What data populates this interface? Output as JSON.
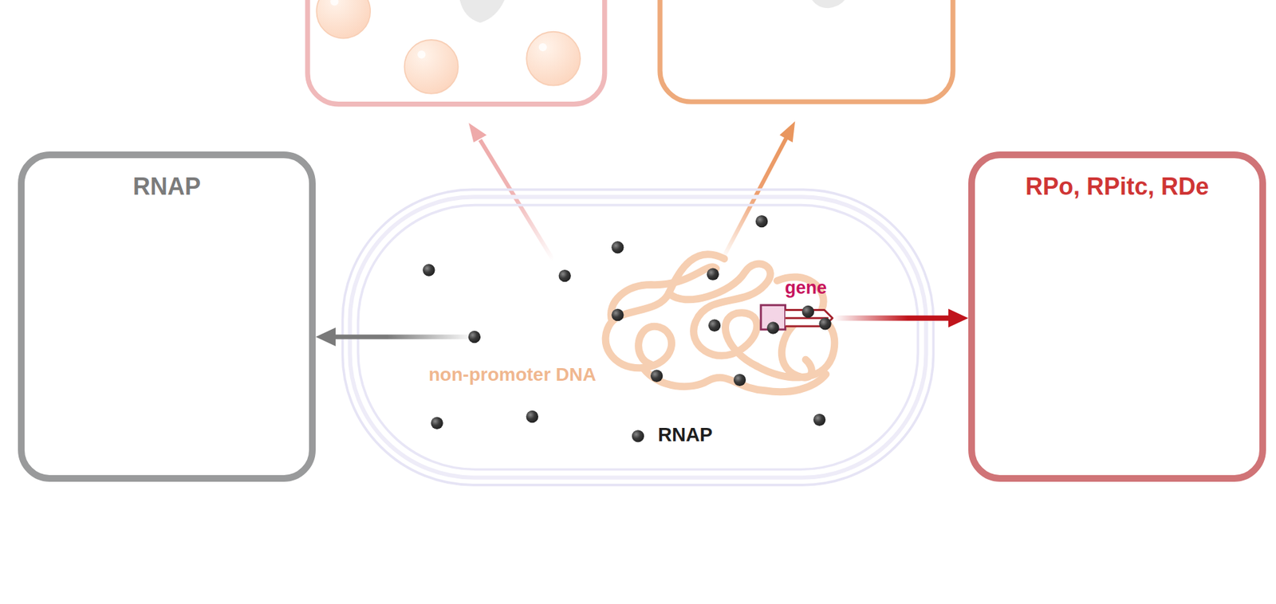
{
  "diagram": {
    "nodes": [
      {
        "text": [
          "RNAP"
        ]
      },
      {
        "text": [
          "non-promoter DNA",
          "gene",
          "RNAP"
        ]
      },
      {
        "text": [
          "RPo, RPitc, RDe"
        ]
      }
    ],
    "edges": [
      {
        "from": 1,
        "to": 0,
        "arrow": "to"
      },
      {
        "from": 1,
        "to": 2,
        "arrow": "to"
      }
    ]
  }
}
